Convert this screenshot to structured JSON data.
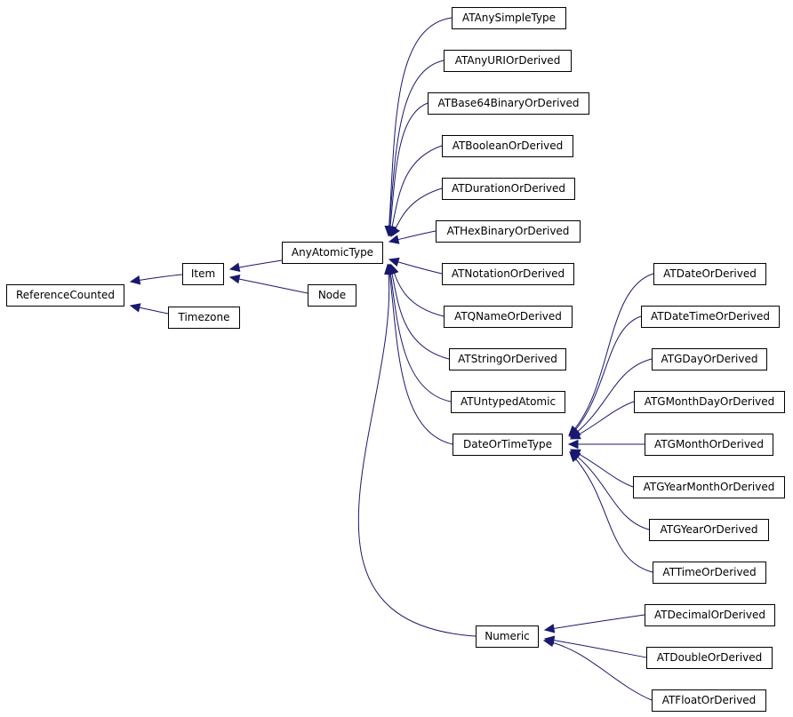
{
  "diagram": {
    "type": "inheritance-graph",
    "edge_color": "#191970",
    "arrow": "hollow-triangle",
    "nodes": [
      {
        "id": "ReferenceCounted",
        "label": "ReferenceCounted"
      },
      {
        "id": "Item",
        "label": "Item"
      },
      {
        "id": "Timezone",
        "label": "Timezone"
      },
      {
        "id": "AnyAtomicType",
        "label": "AnyAtomicType"
      },
      {
        "id": "Node",
        "label": "Node"
      },
      {
        "id": "ATAnySimpleType",
        "label": "ATAnySimpleType"
      },
      {
        "id": "ATAnyURIOrDerived",
        "label": "ATAnyURIOrDerived"
      },
      {
        "id": "ATBase64BinaryOrDerived",
        "label": "ATBase64BinaryOrDerived"
      },
      {
        "id": "ATBooleanOrDerived",
        "label": "ATBooleanOrDerived"
      },
      {
        "id": "ATDurationOrDerived",
        "label": "ATDurationOrDerived"
      },
      {
        "id": "ATHexBinaryOrDerived",
        "label": "ATHexBinaryOrDerived"
      },
      {
        "id": "ATNotationOrDerived",
        "label": "ATNotationOrDerived"
      },
      {
        "id": "ATQNameOrDerived",
        "label": "ATQNameOrDerived"
      },
      {
        "id": "ATStringOrDerived",
        "label": "ATStringOrDerived"
      },
      {
        "id": "ATUntypedAtomic",
        "label": "ATUntypedAtomic"
      },
      {
        "id": "DateOrTimeType",
        "label": "DateOrTimeType"
      },
      {
        "id": "Numeric",
        "label": "Numeric"
      },
      {
        "id": "ATDateOrDerived",
        "label": "ATDateOrDerived"
      },
      {
        "id": "ATDateTimeOrDerived",
        "label": "ATDateTimeOrDerived"
      },
      {
        "id": "ATGDayOrDerived",
        "label": "ATGDayOrDerived"
      },
      {
        "id": "ATGMonthDayOrDerived",
        "label": "ATGMonthDayOrDerived"
      },
      {
        "id": "ATGMonthOrDerived",
        "label": "ATGMonthOrDerived"
      },
      {
        "id": "ATGYearMonthOrDerived",
        "label": "ATGYearMonthOrDerived"
      },
      {
        "id": "ATGYearOrDerived",
        "label": "ATGYearOrDerived"
      },
      {
        "id": "ATTimeOrDerived",
        "label": "ATTimeOrDerived"
      },
      {
        "id": "ATDecimalOrDerived",
        "label": "ATDecimalOrDerived"
      },
      {
        "id": "ATDoubleOrDerived",
        "label": "ATDoubleOrDerived"
      },
      {
        "id": "ATFloatOrDerived",
        "label": "ATFloatOrDerived"
      }
    ],
    "edges": [
      {
        "from": "Item",
        "to": "ReferenceCounted"
      },
      {
        "from": "Timezone",
        "to": "ReferenceCounted"
      },
      {
        "from": "AnyAtomicType",
        "to": "Item"
      },
      {
        "from": "Node",
        "to": "Item"
      },
      {
        "from": "ATAnySimpleType",
        "to": "AnyAtomicType"
      },
      {
        "from": "ATAnyURIOrDerived",
        "to": "AnyAtomicType"
      },
      {
        "from": "ATBase64BinaryOrDerived",
        "to": "AnyAtomicType"
      },
      {
        "from": "ATBooleanOrDerived",
        "to": "AnyAtomicType"
      },
      {
        "from": "ATDurationOrDerived",
        "to": "AnyAtomicType"
      },
      {
        "from": "ATHexBinaryOrDerived",
        "to": "AnyAtomicType"
      },
      {
        "from": "ATNotationOrDerived",
        "to": "AnyAtomicType"
      },
      {
        "from": "ATQNameOrDerived",
        "to": "AnyAtomicType"
      },
      {
        "from": "ATStringOrDerived",
        "to": "AnyAtomicType"
      },
      {
        "from": "ATUntypedAtomic",
        "to": "AnyAtomicType"
      },
      {
        "from": "DateOrTimeType",
        "to": "AnyAtomicType"
      },
      {
        "from": "Numeric",
        "to": "AnyAtomicType"
      },
      {
        "from": "ATDateOrDerived",
        "to": "DateOrTimeType"
      },
      {
        "from": "ATDateTimeOrDerived",
        "to": "DateOrTimeType"
      },
      {
        "from": "ATGDayOrDerived",
        "to": "DateOrTimeType"
      },
      {
        "from": "ATGMonthDayOrDerived",
        "to": "DateOrTimeType"
      },
      {
        "from": "ATGMonthOrDerived",
        "to": "DateOrTimeType"
      },
      {
        "from": "ATGYearMonthOrDerived",
        "to": "DateOrTimeType"
      },
      {
        "from": "ATGYearOrDerived",
        "to": "DateOrTimeType"
      },
      {
        "from": "ATTimeOrDerived",
        "to": "DateOrTimeType"
      },
      {
        "from": "ATDecimalOrDerived",
        "to": "Numeric"
      },
      {
        "from": "ATDoubleOrDerived",
        "to": "Numeric"
      },
      {
        "from": "ATFloatOrDerived",
        "to": "Numeric"
      }
    ]
  }
}
